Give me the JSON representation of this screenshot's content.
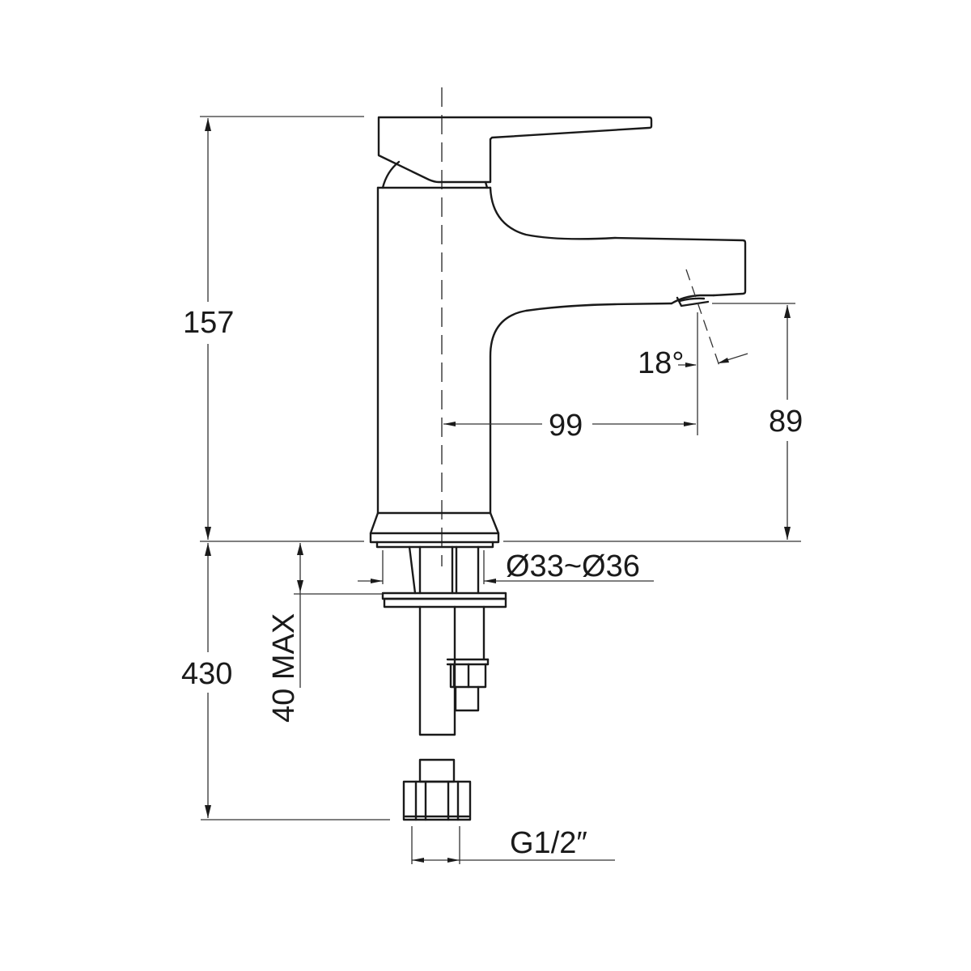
{
  "drawing": {
    "subject": "Single-lever basin mixer faucet – side elevation",
    "line_color": "#1a1a1a",
    "background": "#ffffff"
  },
  "dimensions": {
    "overall_height": "157",
    "spout_outlet_height": "89",
    "spout_reach": "99",
    "spray_angle": "18°",
    "mounting_hole_diameter": "Ø33~Ø36",
    "max_deck_thickness": "40 MAX",
    "hose_length": "430",
    "connection_thread": "G1/2″"
  }
}
